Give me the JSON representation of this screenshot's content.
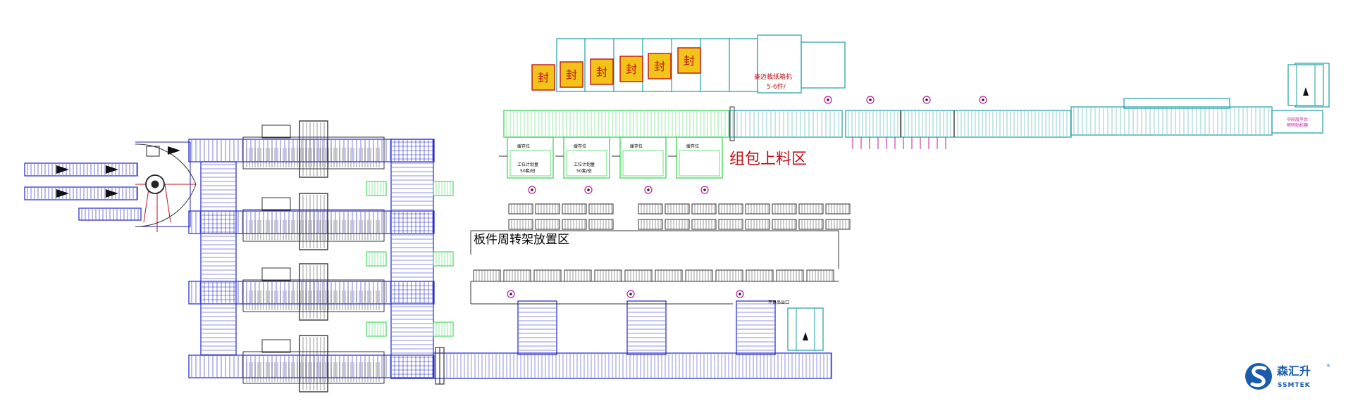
{
  "labels": {
    "packing_area": "组包上料区",
    "rack_area": "板件周转架放置区",
    "carton_machine": "豪迈裁纸箱机",
    "carton_rate": "5-6件/",
    "finished_exit": "不良品出口",
    "pending_position": "缓存位",
    "station_plan": "工位计划量",
    "station_rate": "50套/班",
    "right_note_1": "中间层平台",
    "right_note_2": "喷码贴标器"
  },
  "sign_text": "封",
  "brand": {
    "name_cn": "森汇升",
    "name_en": "SSMTEK",
    "registered": "®"
  },
  "colors": {
    "blue": "#1d22c9",
    "teal": "#1a9ea3",
    "green": "#2bd24a",
    "magenta": "#c0179e",
    "red": "#c1121a",
    "sign_fill": "#f2c318",
    "dark": "#333333",
    "brand_blue": "#1a5cab"
  }
}
